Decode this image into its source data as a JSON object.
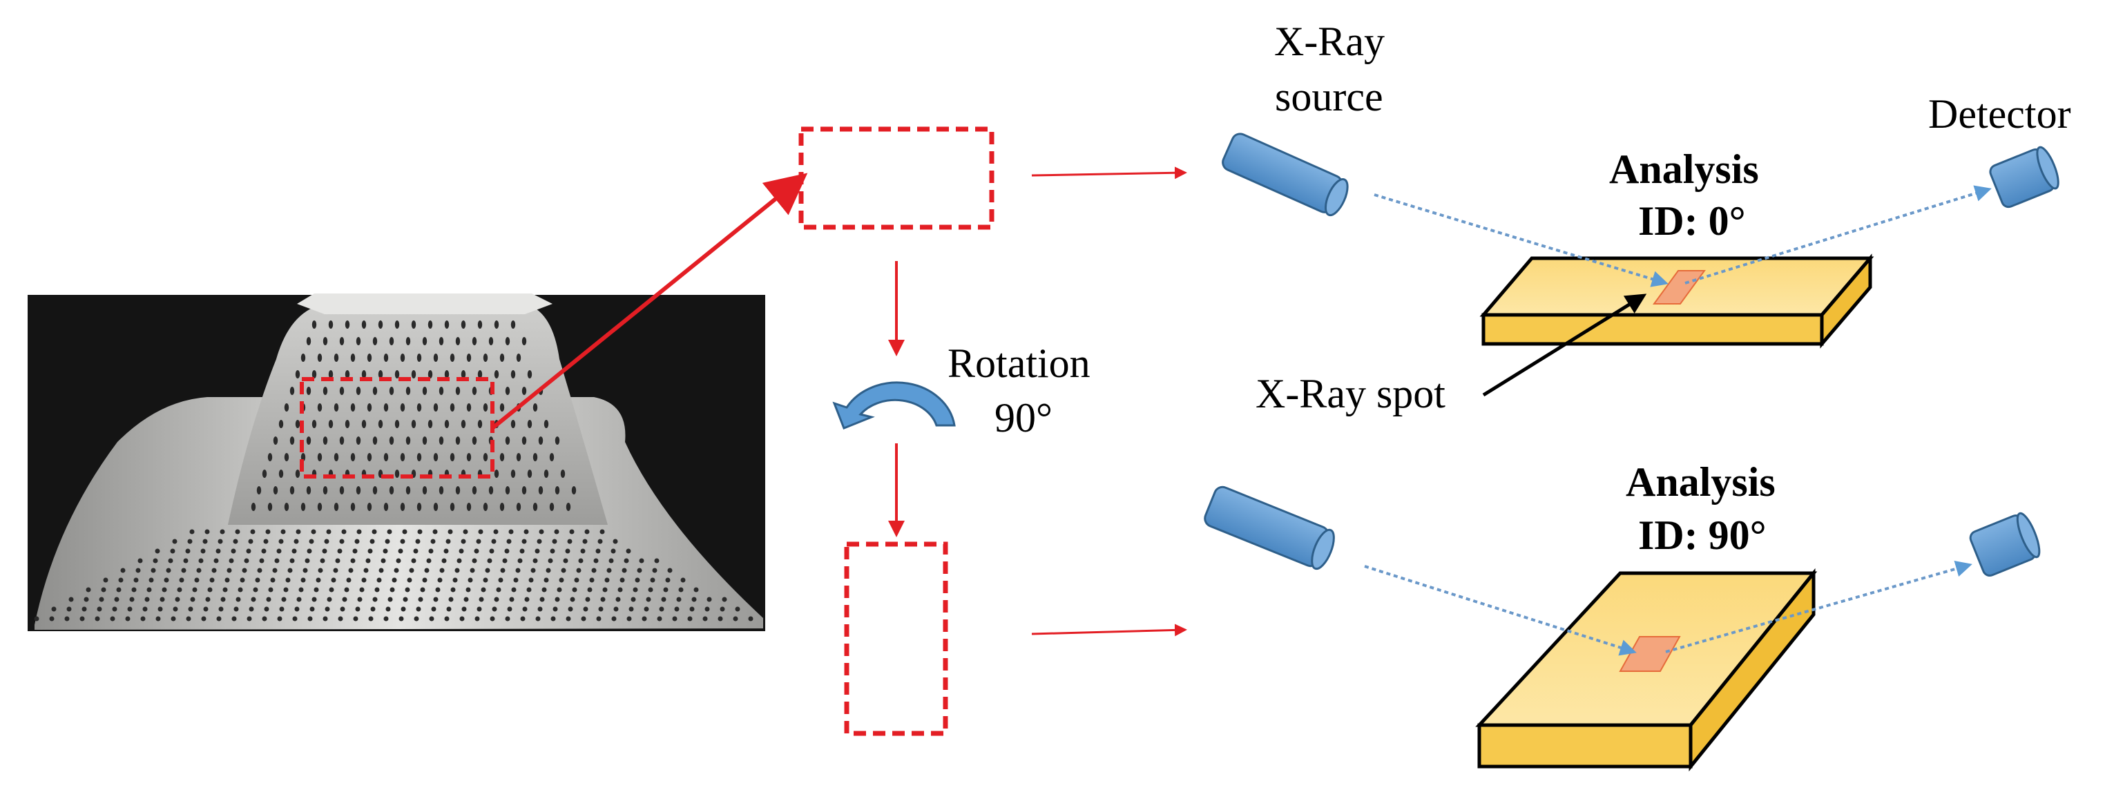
{
  "labels": {
    "xray_source_line1": "X-Ray",
    "xray_source_line2": "source",
    "detector": "Detector",
    "analysis_0_line1": "Analysis",
    "analysis_0_line2": "ID: 0°",
    "analysis_90_line1": "Analysis",
    "analysis_90_line2": "ID: 90°",
    "xray_spot": "X-Ray spot",
    "rotation_line1": "Rotation",
    "rotation_line2": "90°"
  },
  "colors": {
    "dashed_box": "#e31e24",
    "arrow_red": "#e31e24",
    "tube_blue": "#5b9bd5",
    "tube_edge": "#2e5f8a",
    "beam": "#6a98c9",
    "sample_top": "#fbd97b",
    "sample_side": "#f6c94d",
    "spot": "#f4a57d",
    "photo_bg": "#141414",
    "part_grey": "#d9d9d7"
  },
  "rotation_angle_deg": 90
}
